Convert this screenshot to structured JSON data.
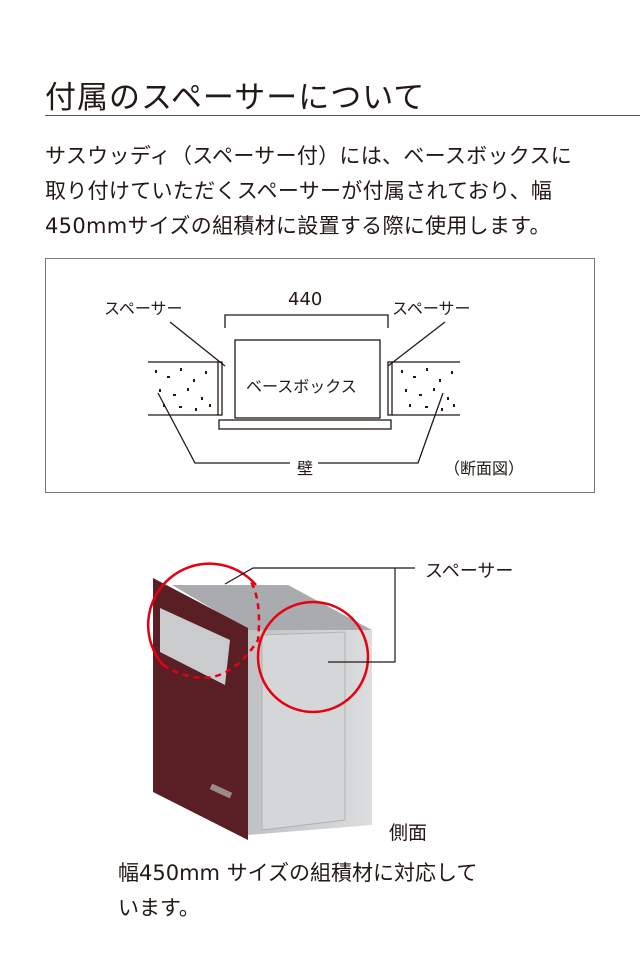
{
  "section_title": "付属のスペーサーについて",
  "intro_lines": [
    "サスウッディ（スペーサー付）には、ベースボックスに",
    "取り付けていただくスペーサーが付属されており、幅",
    "450mmサイズの組積材に設置する際に使用します。"
  ],
  "diagram": {
    "spacer_left": "スペーサー",
    "spacer_right": "スペーサー",
    "width_dimension": "440",
    "base_box": "ベースボックス",
    "wall": "壁",
    "view_type": "（断面図）"
  },
  "photo": {
    "spacer_label": "スペーサー",
    "view_label": "側面",
    "highlight_color": "#e60012",
    "panel_color": "#5a1f24"
  },
  "caption_lines": [
    "幅450mm サイズの組積材に対応して",
    "います。"
  ]
}
